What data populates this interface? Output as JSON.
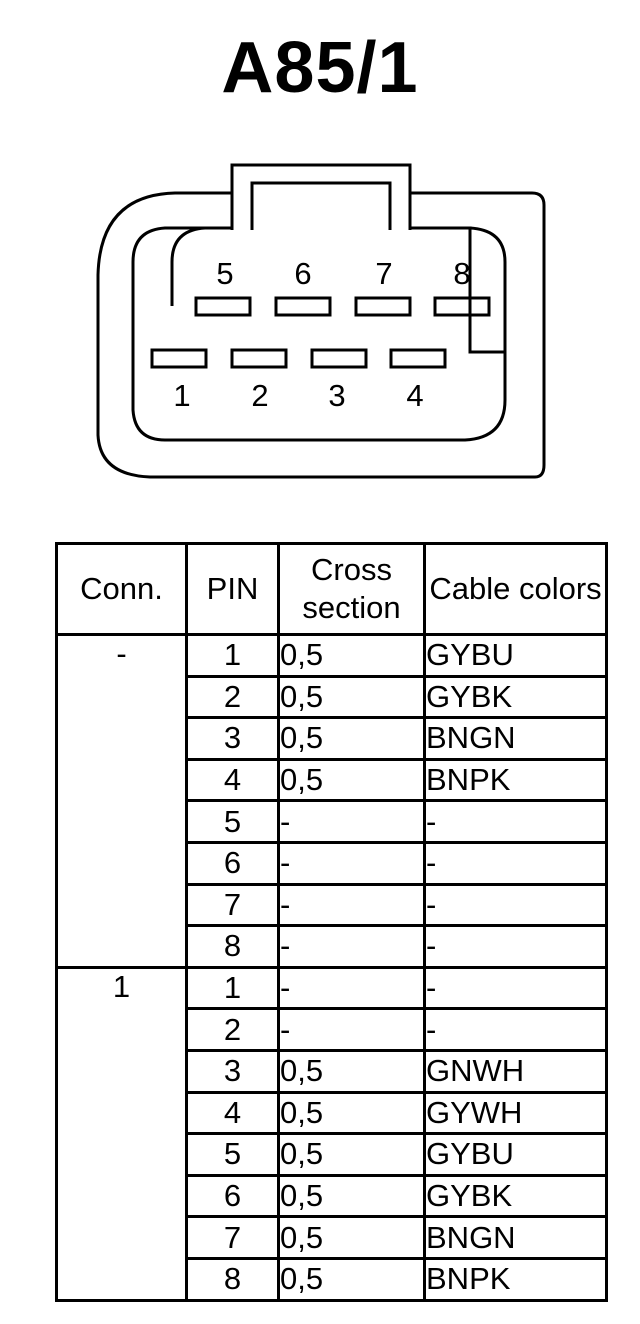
{
  "title": "A85/1",
  "connector": {
    "top_pins": [
      "5",
      "6",
      "7",
      "8"
    ],
    "bottom_pins": [
      "1",
      "2",
      "3",
      "4"
    ]
  },
  "table": {
    "headers": [
      "Conn.",
      "PIN",
      "Cross section",
      "Cable colors"
    ],
    "groups": [
      {
        "conn": "-",
        "rows": [
          {
            "pin": "1",
            "cross": "0,5",
            "color": "GYBU"
          },
          {
            "pin": "2",
            "cross": "0,5",
            "color": "GYBK"
          },
          {
            "pin": "3",
            "cross": "0,5",
            "color": "BNGN"
          },
          {
            "pin": "4",
            "cross": "0,5",
            "color": "BNPK"
          },
          {
            "pin": "5",
            "cross": "-",
            "color": "-"
          },
          {
            "pin": "6",
            "cross": "-",
            "color": "-"
          },
          {
            "pin": "7",
            "cross": "-",
            "color": "-"
          },
          {
            "pin": "8",
            "cross": "-",
            "color": "-"
          }
        ]
      },
      {
        "conn": "1",
        "rows": [
          {
            "pin": "1",
            "cross": "-",
            "color": "-"
          },
          {
            "pin": "2",
            "cross": "-",
            "color": "-"
          },
          {
            "pin": "3",
            "cross": "0,5",
            "color": "GNWH"
          },
          {
            "pin": "4",
            "cross": "0,5",
            "color": "GYWH"
          },
          {
            "pin": "5",
            "cross": "0,5",
            "color": "GYBU"
          },
          {
            "pin": "6",
            "cross": "0,5",
            "color": "GYBK"
          },
          {
            "pin": "7",
            "cross": "0,5",
            "color": "BNGN"
          },
          {
            "pin": "8",
            "cross": "0,5",
            "color": "BNPK"
          }
        ]
      }
    ]
  }
}
